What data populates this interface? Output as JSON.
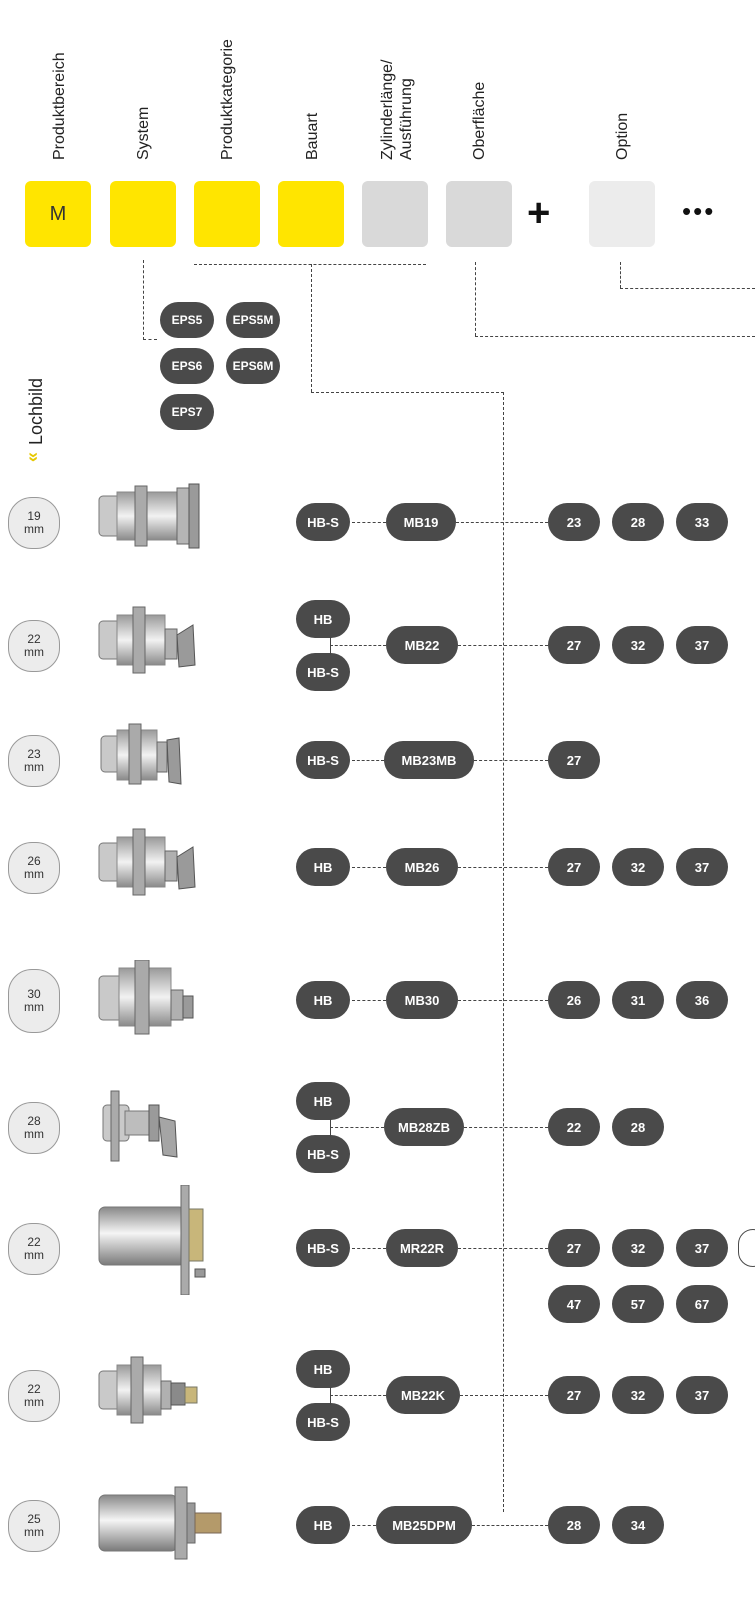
{
  "headers": {
    "produktbereich": "Produktbereich",
    "system": "System",
    "produktkategorie": "Produktkategorie",
    "bauart": "Bauart",
    "zylinder_line1": "Zylinderlänge/",
    "zylinder_line2": "Ausführung",
    "oberflaeche": "Oberfläche",
    "option": "Option"
  },
  "code_boxes": {
    "produktbereich_value": "M",
    "plus_symbol": "+",
    "ellipsis": "•••"
  },
  "systems": [
    "EPS5",
    "EPS5M",
    "EPS6",
    "EPS6M",
    "EPS7"
  ],
  "lochbild": {
    "label": "Lochbild",
    "chevron": "»"
  },
  "unit": "mm",
  "rows": [
    {
      "size": "19",
      "bauart": [
        "HB-S"
      ],
      "model": "MB19",
      "lengths": [
        "23",
        "28",
        "33"
      ]
    },
    {
      "size": "22",
      "bauart": [
        "HB",
        "HB-S"
      ],
      "model": "MB22",
      "lengths": [
        "27",
        "32",
        "37"
      ]
    },
    {
      "size": "23",
      "bauart": [
        "HB-S"
      ],
      "model": "MB23MB",
      "lengths": [
        "27"
      ]
    },
    {
      "size": "26",
      "bauart": [
        "HB"
      ],
      "model": "MB26",
      "lengths": [
        "27",
        "32",
        "37"
      ]
    },
    {
      "size": "30",
      "bauart": [
        "HB"
      ],
      "model": "MB30",
      "lengths": [
        "26",
        "31",
        "36"
      ]
    },
    {
      "size": "28",
      "bauart": [
        "HB",
        "HB-S"
      ],
      "model": "MB28ZB",
      "lengths": [
        "22",
        "28"
      ]
    },
    {
      "size": "22",
      "bauart": [
        "HB-S"
      ],
      "model": "MR22R",
      "lengths": [
        "27",
        "32",
        "37",
        "47",
        "57",
        "67"
      ]
    },
    {
      "size": "22",
      "bauart": [
        "HB",
        "HB-S"
      ],
      "model": "MB22K",
      "lengths": [
        "27",
        "32",
        "37"
      ]
    },
    {
      "size": "25",
      "bauart": [
        "HB"
      ],
      "model": "MB25DPM",
      "lengths": [
        "28",
        "34"
      ]
    }
  ],
  "colors": {
    "yellow": "#ffe500",
    "pill": "#4a4a4a",
    "gray_box": "#d9d9d9",
    "light_box": "#ececec"
  }
}
